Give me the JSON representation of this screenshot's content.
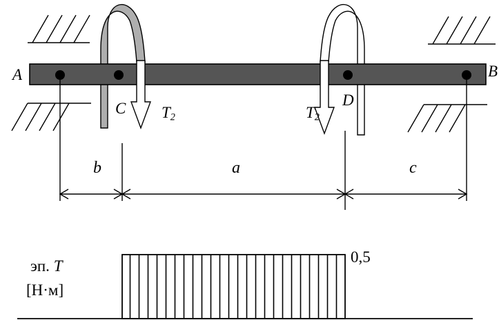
{
  "points": {
    "A": "A",
    "B": "B",
    "C": "C",
    "D": "D"
  },
  "torques": {
    "left": {
      "symbol": "T",
      "subscript": "2"
    },
    "right": {
      "symbol": "T",
      "subscript": "2"
    }
  },
  "dimensions": {
    "b": "b",
    "a": "a",
    "c": "c"
  },
  "diagram_T": {
    "label_line1_prefix": "эп. ",
    "label_line1_symbol": "T",
    "label_line2": "[Н·м]",
    "value": "0,5"
  }
}
